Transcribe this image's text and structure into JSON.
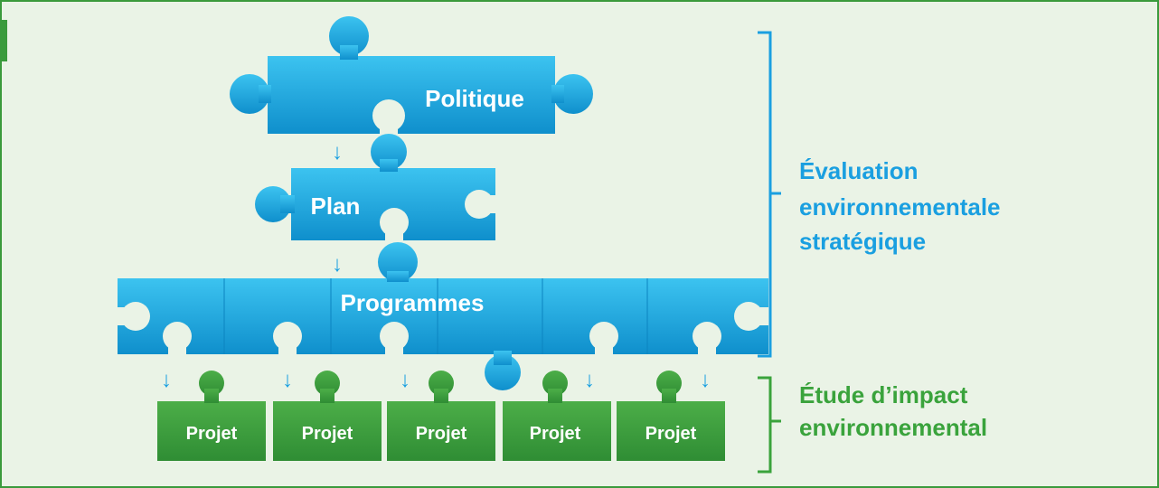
{
  "diagram": {
    "top_piece": "Politique",
    "middle_piece": "Plan",
    "row_piece": "Programmes",
    "projects": [
      "Projet",
      "Projet",
      "Projet",
      "Projet",
      "Projet"
    ],
    "arrow_glyph": "↓",
    "seea_label_lines": [
      "Évaluation",
      "environnementale",
      "stratégique"
    ],
    "eie_label_lines": [
      "Étude d’impact",
      "environnemental"
    ]
  },
  "colors": {
    "background": "#eaf3e6",
    "frame": "#3a9a3c",
    "blue_piece": "#16a8df",
    "blue_text": "#1a9fe0",
    "green_piece": "#3a9a3c",
    "green_text": "#3aa33c"
  }
}
